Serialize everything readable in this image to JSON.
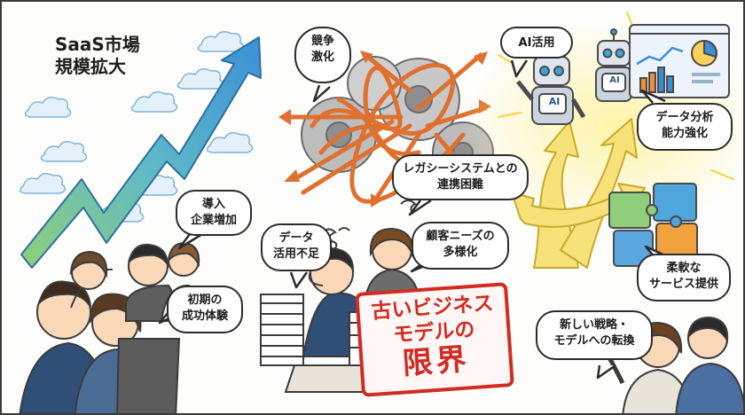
{
  "main_title": {
    "line1": "SaaS市場",
    "line2": "規模拡大"
  },
  "bubbles": {
    "competition": [
      "競争",
      "激化"
    ],
    "ai_use": [
      "AI活用"
    ],
    "data_analysis": [
      "データ分析",
      "能力強化"
    ],
    "legacy": [
      "レガシーシステムとの",
      "連携困難"
    ],
    "adoption": [
      "導入",
      "企業増加"
    ],
    "data_unused": [
      "データ",
      "活用不足"
    ],
    "customer_needs": [
      "顧客ニーズの",
      "多様化"
    ],
    "flexible_service": [
      "柔軟な",
      "サービス提供"
    ],
    "initial_success": [
      "初期の",
      "成功体験"
    ],
    "new_strategy": [
      "新しい戦略・",
      "モデルへの転換"
    ]
  },
  "stamp": {
    "line1": "古いビジネス",
    "line2": "モデルの",
    "line3": "限界"
  },
  "robot_chest_labels": [
    "AI",
    "AI"
  ],
  "colors": {
    "growth_arrow": "#4aa0d8",
    "stamp_red": "#d22b22",
    "chaos_orange": "#e0702e",
    "path_yellow": "#f7e27a"
  }
}
